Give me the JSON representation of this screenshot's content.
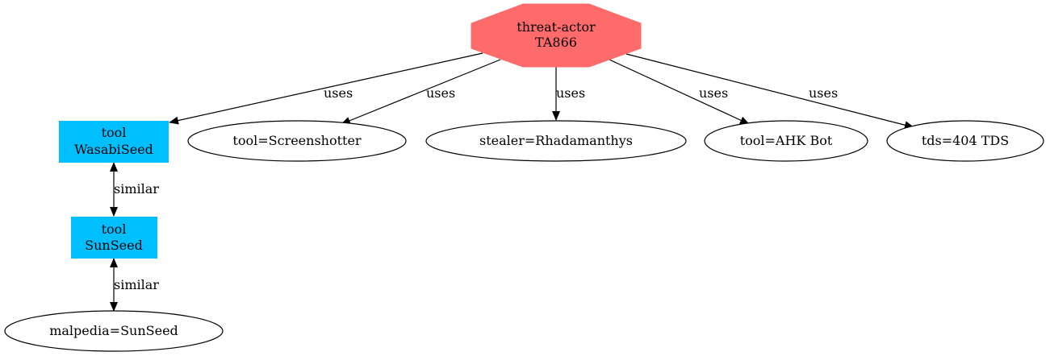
{
  "colors": {
    "threat_actor_fill": "#ff6b6b",
    "tool_fill": "#00bfff",
    "edge": "#000000",
    "text": "#000000",
    "background": "#ffffff"
  },
  "nodes": {
    "threat_actor": {
      "line1": "threat-actor",
      "line2": "TA866"
    },
    "wasabiseed": {
      "line1": "tool",
      "line2": "WasabiSeed"
    },
    "sunseed": {
      "line1": "tool",
      "line2": "SunSeed"
    },
    "screenshotter": {
      "label": "tool=Screenshotter"
    },
    "rhadamanthys": {
      "label": "stealer=Rhadamanthys"
    },
    "ahk_bot": {
      "label": "tool=AHK Bot"
    },
    "tds_404": {
      "label": "tds=404 TDS"
    },
    "malpedia_sunseed": {
      "label": "malpedia=SunSeed"
    }
  },
  "edges": [
    {
      "from": "TA866",
      "to": "WasabiSeed",
      "label": "uses",
      "directed": true
    },
    {
      "from": "TA866",
      "to": "tool=Screenshotter",
      "label": "uses",
      "directed": true
    },
    {
      "from": "TA866",
      "to": "stealer=Rhadamanthys",
      "label": "uses",
      "directed": true
    },
    {
      "from": "TA866",
      "to": "tool=AHK Bot",
      "label": "uses",
      "directed": true
    },
    {
      "from": "TA866",
      "to": "tds=404 TDS",
      "label": "uses",
      "directed": true
    },
    {
      "from": "WasabiSeed",
      "to": "SunSeed",
      "label": "similar",
      "bidirectional": true
    },
    {
      "from": "SunSeed",
      "to": "malpedia=SunSeed",
      "label": "similar",
      "bidirectional": true
    }
  ]
}
